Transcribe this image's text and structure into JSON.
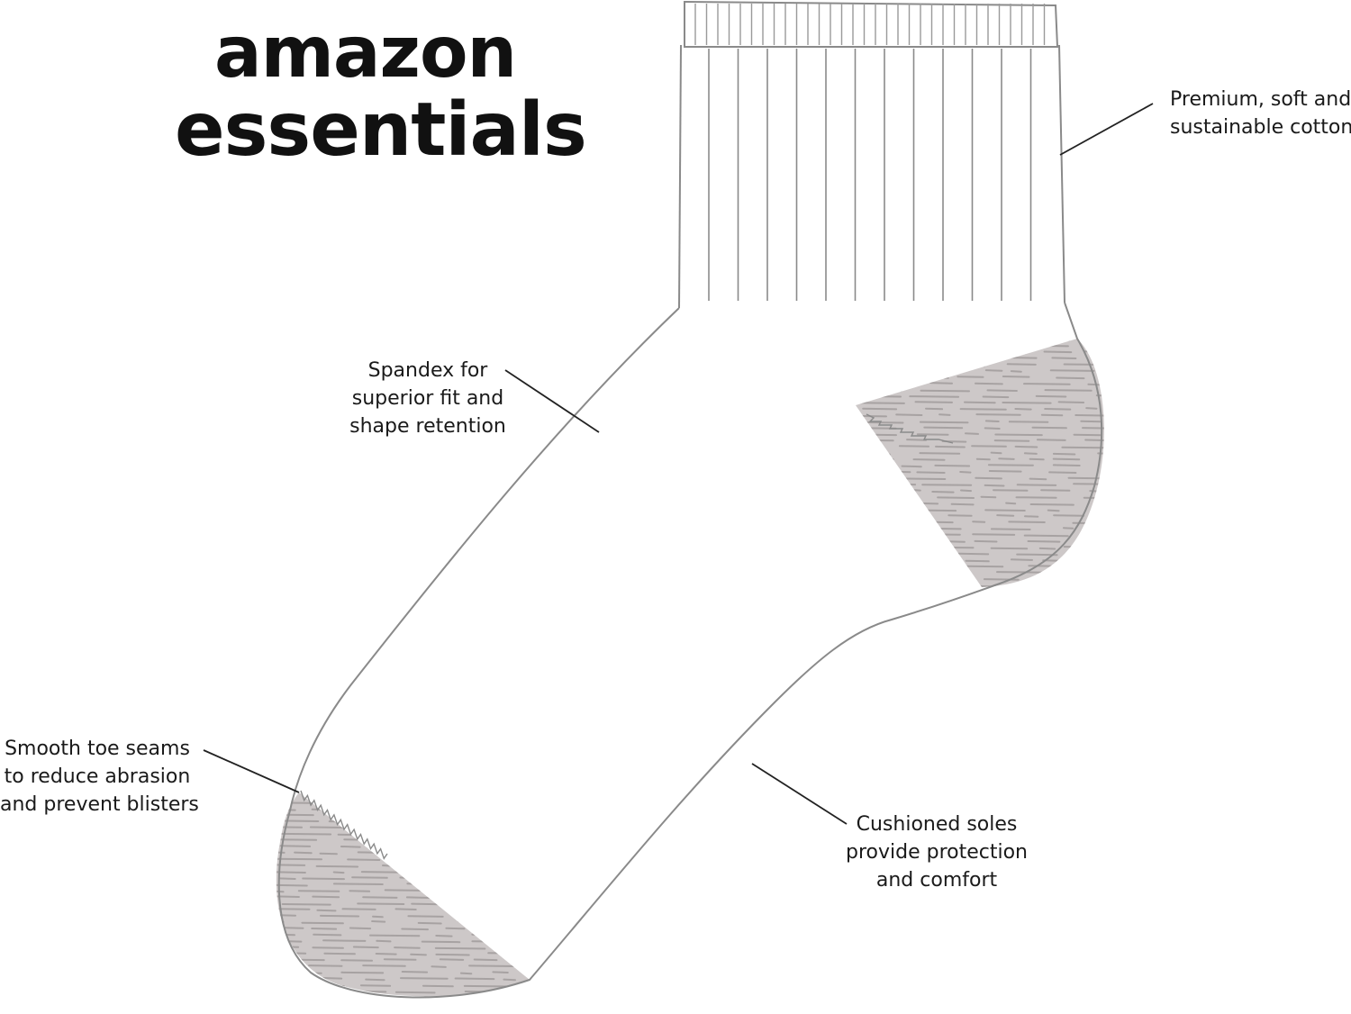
{
  "brand": {
    "line1": "amazon",
    "line2": "essentials"
  },
  "callouts": {
    "cotton": {
      "lines": [
        "Premium, soft and",
        "sustainable cotton"
      ]
    },
    "spandex": {
      "lines": [
        "Spandex for",
        "superior fit and",
        "shape retention"
      ]
    },
    "toe": {
      "lines": [
        "Smooth toe seams",
        "to reduce abrasion",
        "and prevent blisters"
      ]
    },
    "soles": {
      "lines": [
        "Cushioned soles",
        "provide protection",
        "and comfort"
      ]
    }
  },
  "colors": {
    "outline": "#8a8a8a",
    "heather": "#cdc8c8",
    "heather_streak": "#a7a2a2",
    "leader": "#222222"
  }
}
